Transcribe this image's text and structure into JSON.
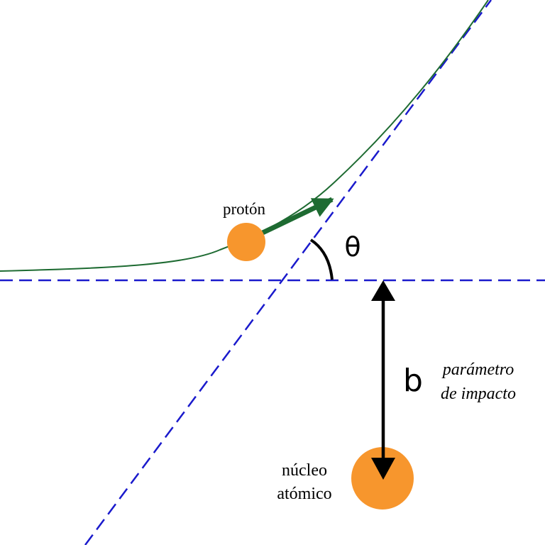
{
  "diagram": {
    "labels": {
      "proton": "protón",
      "angle": "θ",
      "impact_symbol": "b",
      "impact_line1": "parámetro",
      "impact_line2": "de impacto",
      "nucleus_line1": "núcleo",
      "nucleus_line2": "atómico"
    },
    "colors": {
      "trajectory": "#1e6b32",
      "asymptote": "#1a1acc",
      "particle": "#f7962d",
      "arrow": "#000000",
      "velocity_arrow": "#1e6b32"
    }
  }
}
